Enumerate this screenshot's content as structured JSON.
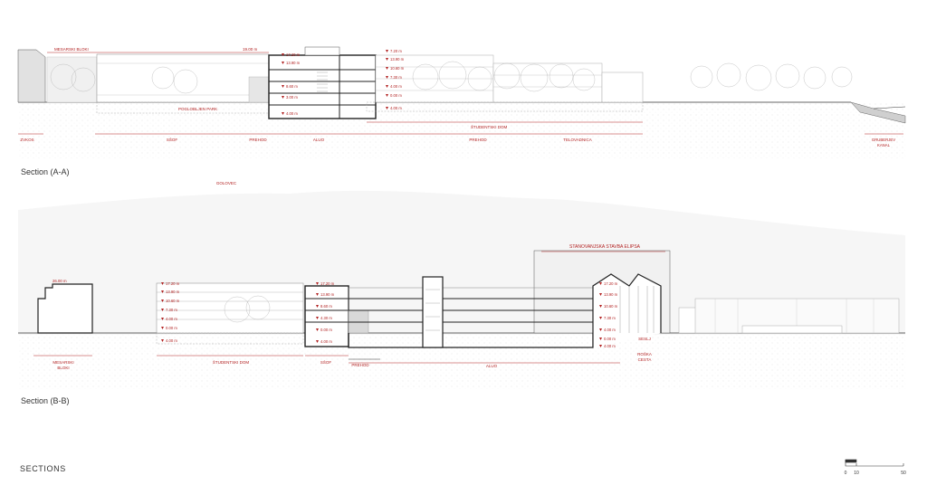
{
  "sheet_title": "SECTIONS",
  "section_a": {
    "caption": "Section (A-A)",
    "labels_top": {
      "mesarski": "MESARSKI BLOKI",
      "top_h": "19.00 m",
      "park": "POGLOBLJEN PARK",
      "studentski": "ŠTUDENTSKI DOM"
    },
    "levels_left": [
      "17.20 m",
      "13.90 m",
      "8.60 m",
      "3.00 m",
      "4.00 m"
    ],
    "levels_right": [
      "7.20 m",
      "13.90 m",
      "10.60 m",
      "7.30 m",
      "4.00 m",
      "0.00 m",
      "4.00 m"
    ],
    "zones": [
      "ZVKOS",
      "SŠOF",
      "PREHOD",
      "ALUO",
      "PREHOD",
      "TELOVADNICA"
    ],
    "canal": [
      "GRUBERJEV",
      "KANAL"
    ]
  },
  "section_b": {
    "caption": "Section (B-B)",
    "golovec": "GOLOVEC",
    "stavba": "STANOVANJSKA STAVBA ELIPSA",
    "mesarski_h": "26.00 m",
    "levels_left": [
      "17.20 m",
      "13.90 m",
      "10.60 m",
      "7.30 m",
      "4.00 m",
      "0.00 m",
      "4.00 m"
    ],
    "levels_mid": [
      "17.20 m",
      "13.90 m",
      "8.60 m",
      "4.30 m",
      "0.00 m",
      "4.00 m"
    ],
    "levels_right": [
      "17.20 m",
      "13.90 m",
      "10.60 m",
      "7.30 m",
      "4.00 m",
      "0.00 m",
      "4.00 m"
    ],
    "zones": [
      "MESARSKI",
      "BLOKI",
      "ŠTUDENTSKI DOM",
      "SŠOF",
      "PREHOD",
      "ALUO",
      "SESLJ",
      "ROŠKA",
      "CESTA"
    ]
  },
  "scale_bar": {
    "ticks": [
      "0",
      "10",
      "50"
    ]
  },
  "colors": {
    "accent": "#b22222",
    "line": "#333333",
    "ground": "#e9e9e9",
    "hill": "#f3f3f3"
  }
}
